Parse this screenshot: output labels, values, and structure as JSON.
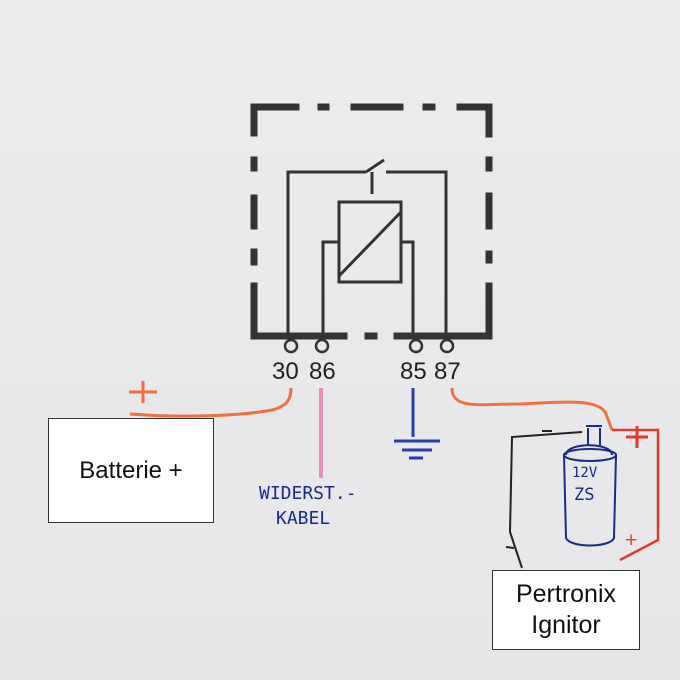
{
  "relay": {
    "pins": [
      "30",
      "86",
      "85",
      "87"
    ]
  },
  "battery": {
    "label": "Batterie +"
  },
  "pertronix": {
    "line1": "Pertronix",
    "line2": "Ignitor"
  },
  "handwriting": {
    "resistor_line1": "WIDERST.-",
    "resistor_line2": "KABEL",
    "coil_line1": "12V",
    "coil_line2": "ZS",
    "plus": "+",
    "minus": "-"
  },
  "colors": {
    "ink": "#333333",
    "positive_wire": "#f07040",
    "positive_sign": "#e03a30",
    "resistor_wire": "#e58fb8",
    "ground_wire": "#2a3fa6",
    "negative_wire": "#222222",
    "handwriting": "#1a2a86"
  }
}
